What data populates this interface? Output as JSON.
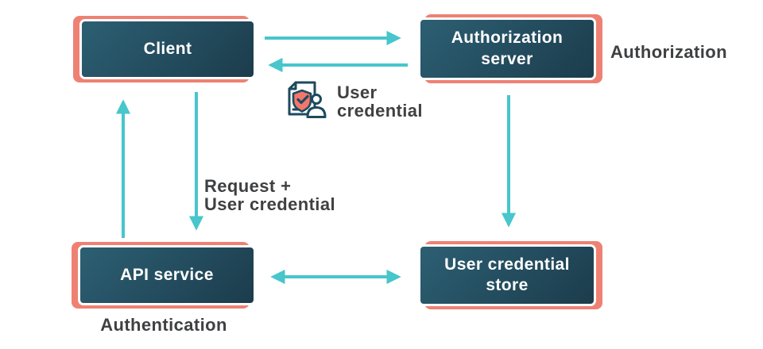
{
  "colors": {
    "accent_salmon": "#ee8173",
    "box_gradient_start": "#2d5f73",
    "box_gradient_end": "#1c3c4b",
    "box_border": "#ffffff",
    "box_text": "#ffffff",
    "arrow": "#47c6cc",
    "label_text": "#3f4042",
    "icon_stroke": "#1d4a5e",
    "icon_shield_fill": "#f4766b"
  },
  "nodes": {
    "client": {
      "label": "Client"
    },
    "auth_server": {
      "line1": "Authorization",
      "line2": "server"
    },
    "api_service": {
      "label": "API service"
    },
    "cred_store": {
      "line1": "User credential",
      "line2": "store"
    }
  },
  "annotations": {
    "authorization": "Authorization",
    "authentication": "Authentication",
    "user_credential_line1": "User",
    "user_credential_line2": "credential",
    "request_line1": "Request +",
    "request_line2": "User credential"
  },
  "icons": {
    "user_credential_icon": "document-with-shield-check-and-person"
  },
  "edges": [
    {
      "from": "Client",
      "to": "Authorization server",
      "direction": "right"
    },
    {
      "from": "Authorization server",
      "to": "Client",
      "direction": "left",
      "label": "User credential"
    },
    {
      "from": "API service",
      "to": "Client",
      "direction": "up"
    },
    {
      "from": "Client",
      "to": "API service",
      "direction": "down",
      "label": "Request + User credential"
    },
    {
      "from": "Authorization server",
      "to": "User credential store",
      "direction": "down"
    },
    {
      "from": "API service",
      "to": "User credential store",
      "direction": "both"
    }
  ]
}
